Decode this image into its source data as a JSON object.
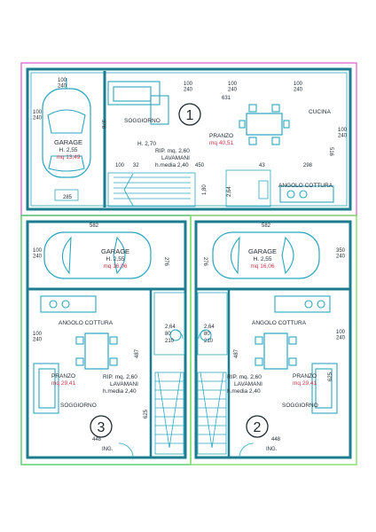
{
  "plan": {
    "unit1": {
      "number": "1",
      "garage": {
        "title": "GARAGE",
        "height": "H. 2,55",
        "area": "mq 13,49",
        "width_dim": "285",
        "depth_dim": "376"
      },
      "soggiorno": "SOGGIORNO",
      "pranzo": {
        "title": "PRANZO",
        "area": "mq 40,51"
      },
      "cucina": "CUCINA",
      "height": "H. 2,70",
      "rip": "RIP. mq. 2,60",
      "lavamani": "LAVAMANI",
      "hmedia": "h.media 2,40",
      "angolo": "ANGOLO COTTURA",
      "dims": [
        "100",
        "32",
        "450",
        "43",
        "298",
        "516",
        "631",
        "1,80",
        "2,64"
      ],
      "windows": [
        "100\n240",
        "100\n240",
        "100\n240",
        "100\n240",
        "100\n240",
        "100\n240"
      ]
    },
    "unit2": {
      "number": "2",
      "garage": {
        "title": "GARAGE",
        "height": "H. 2,55",
        "area": "mq 16,06",
        "width_dim": "582",
        "depth_dim": "276"
      },
      "angolo": "ANGOLO COTTURA",
      "pranzo": {
        "title": "PRANZO",
        "area": "mq 29,41"
      },
      "soggiorno": "SOGGIORNO",
      "rip": "RIP. mq. 2,60",
      "lavamani": "LAVAMANI",
      "hmedia": "h.media 2,40",
      "ing": "ING.",
      "dims": [
        "2,64",
        "80",
        "210",
        "487",
        "625",
        "448"
      ],
      "windows": [
        "350\n240",
        "100\n240"
      ]
    },
    "unit3": {
      "number": "3",
      "garage": {
        "title": "GARAGE",
        "height": "H. 2,55",
        "area": "mq 16,06",
        "width_dim": "582",
        "depth_dim": "276"
      },
      "angolo": "ANGOLO COTTURA",
      "pranzo": {
        "title": "PRANZO",
        "area": "mq 29,41"
      },
      "soggiorno": "SOGGIORNO",
      "rip": "RIP. mq. 2,60",
      "lavamani": "LAVAMANI",
      "hmedia": "h.media 2,40",
      "ing": "ING.",
      "dims": [
        "2,64",
        "80",
        "210",
        "487",
        "625",
        "448"
      ],
      "windows": [
        "100\n240",
        "100\n240"
      ]
    },
    "colors": {
      "unit1_outline": "#e36fd2",
      "unit2_outline": "#7fe06a",
      "unit3_outline": "#4fd06a",
      "walls": "#1b7d8f",
      "furniture": "#2aa7c0",
      "area_text": "#d0334a"
    }
  }
}
